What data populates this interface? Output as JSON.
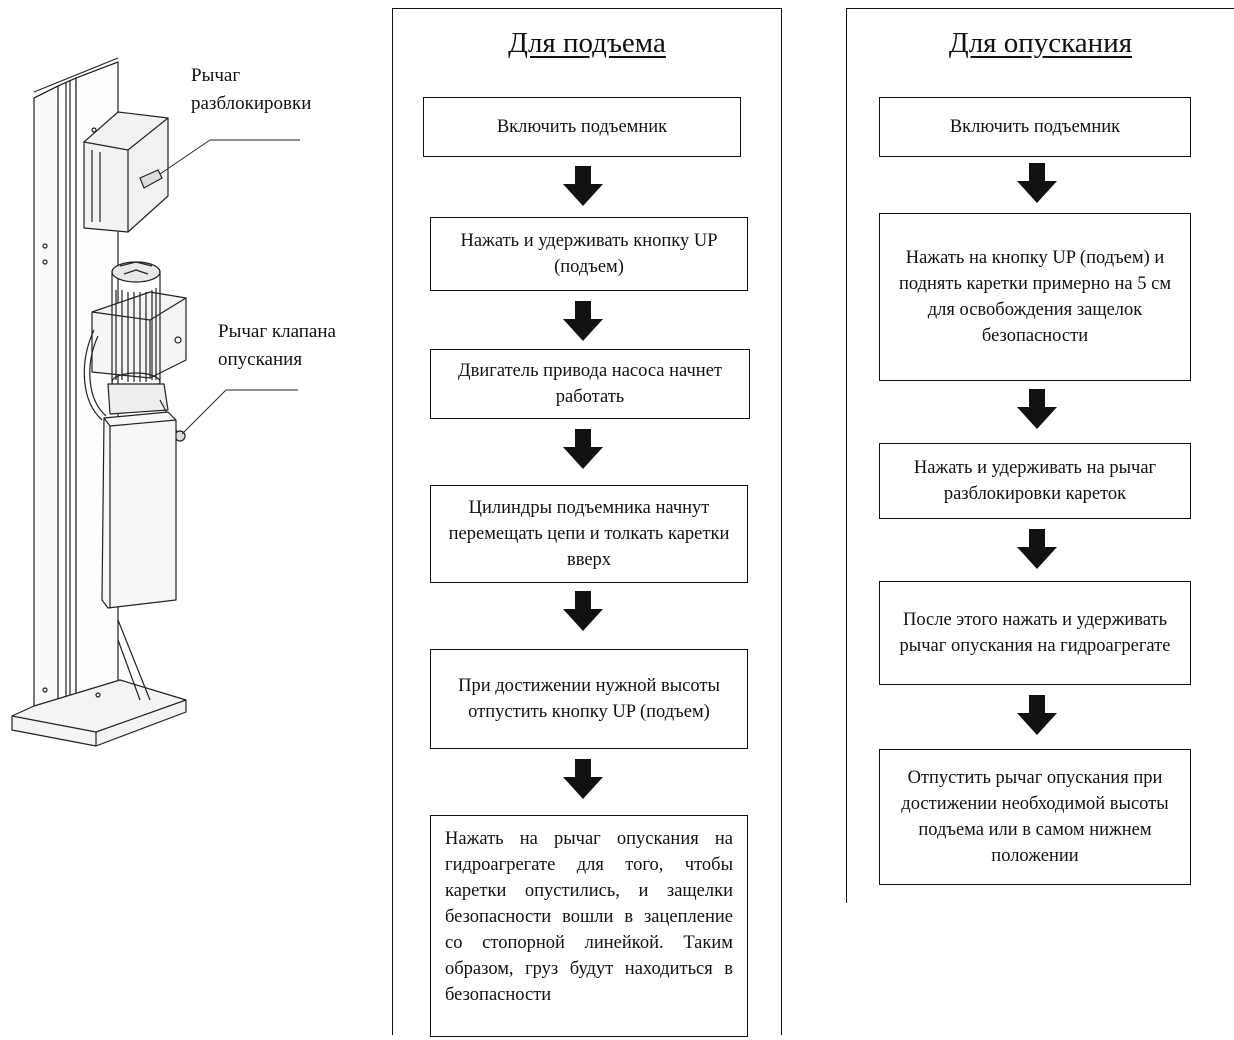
{
  "illustration": {
    "callout_unlock": "Рычаг\nразблокировки",
    "callout_valve": "Рычаг клапана\nопускания"
  },
  "panel_up": {
    "title": "Для подъема",
    "steps": [
      "Включить подъемник",
      "Нажать и удерживать кнопку UP (подъем)",
      "Двигатель привода насоса начнет работать",
      "Цилиндры подъемника начнут перемещать цепи и толкать каретки вверх",
      "При достижении нужной высоты отпустить кнопку UP (подъем)",
      "Нажать на рычаг опускания на гидроагрегате для того, чтобы каретки опустились, и защелки безопасности вошли в зацепление со стопорной линейкой. Таким образом, груз будут находиться в безопасности"
    ]
  },
  "panel_down": {
    "title": "Для опускания",
    "steps": [
      "Включить подъемник",
      "Нажать на кнопку UP (подъем) и поднять каретки примерно на 5 см для освобождения защелок безопасности",
      "Нажать и удерживать на рычаг разблокировки кареток",
      "После этого нажать и удерживать рычаг опускания на гидроагрегате",
      "Отпустить рычаг опускания при достижении необходимой высоты подъема или в самом нижнем положении"
    ]
  },
  "colors": {
    "line": "#111111",
    "background": "#ffffff"
  }
}
